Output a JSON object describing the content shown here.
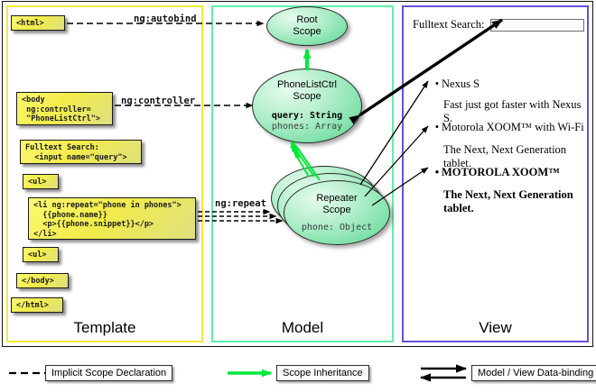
{
  "diagram": {
    "title": "AngularJS Template / Model / View scope diagram"
  },
  "panels": {
    "template": {
      "label": "Template",
      "border_color": "#f2ea3a",
      "boxes": [
        {
          "name": "html-open",
          "text": "<html>"
        },
        {
          "name": "body-open",
          "text": "<body\n ng:controller=\n \"PhoneListCtrl\">"
        },
        {
          "name": "search",
          "text": "Fulltext Search:\n  <input name=\"query\">"
        },
        {
          "name": "ul-open",
          "text": "<ul>"
        },
        {
          "name": "li-repeat",
          "text": "<li ng:repeat=\"phone in phones\">\n  {{phone.name}}\n  <p>{{phone.snippet}}</p>\n</li>"
        },
        {
          "name": "ul-close",
          "text": "<ul>"
        },
        {
          "name": "body-close",
          "text": "</body>"
        },
        {
          "name": "html-close",
          "text": "</html>"
        }
      ]
    },
    "model": {
      "label": "Model",
      "border_color": "#5ff0a8",
      "scopes": [
        {
          "name": "root-scope",
          "title_line1": "Root",
          "title_line2": "Scope",
          "props": []
        },
        {
          "name": "phonelistctrl-scope",
          "title_line1": "PhoneListCtrl",
          "title_line2": "Scope",
          "props": [
            {
              "text": "query: String",
              "emphasis": "bold"
            },
            {
              "text": "phones: Array",
              "emphasis": "normal"
            }
          ]
        },
        {
          "name": "repeater-scope",
          "title_line1": "Repeater",
          "title_line2": "Scope",
          "props": [
            {
              "text": "phone: Object",
              "emphasis": "normal"
            }
          ]
        }
      ]
    },
    "view": {
      "label": "View",
      "border_color": "#6a4ede",
      "search_label": "Fulltext Search:",
      "search_value": "",
      "search_placeholder": "",
      "items": [
        {
          "name": "Nexus S",
          "bold": false,
          "snippet": "Fast just got faster with Nexus S."
        },
        {
          "name": "Motorola XOOM™  with Wi-Fi",
          "bold": false,
          "snippet": "The Next, Next Generation tablet."
        },
        {
          "name": "MOTOROLA XOOM™",
          "bold": true,
          "snippet": "The Next, Next Generation tablet."
        }
      ]
    }
  },
  "edge_labels": [
    {
      "name": "ng-autobind",
      "text": "ng:autobind"
    },
    {
      "name": "ng-controller",
      "text": "ng:controller"
    },
    {
      "name": "ng-repeat",
      "text": "ng:repeat"
    }
  ],
  "legend": {
    "items": [
      {
        "name": "implicit-scope-declaration",
        "label": "Implicit Scope Declaration",
        "arrow": "dashed-black"
      },
      {
        "name": "scope-inheritance",
        "label": "Scope Inheritance",
        "arrow": "solid-green"
      },
      {
        "name": "model-view-data-binding",
        "label": "Model / View Data-binding",
        "arrow": "double-black"
      }
    ]
  },
  "colors": {
    "template_border": "#f2ea3a",
    "model_border": "#5ff0a8",
    "view_border": "#6a4ede",
    "code_box_fill": "#f2ec4a",
    "scope_fill": "#7fe1a9",
    "inheritance_arrow": "#00e838",
    "wire": "#000000"
  }
}
